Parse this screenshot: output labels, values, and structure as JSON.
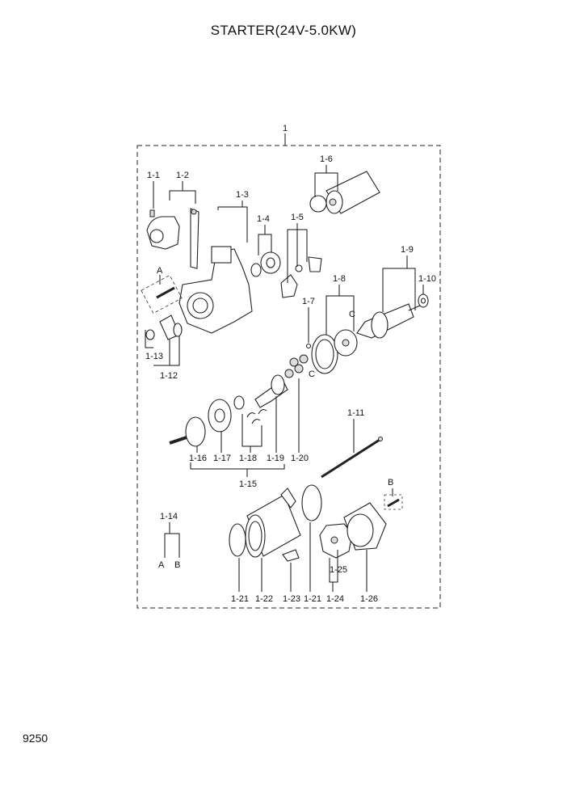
{
  "title": "STARTER(24V-5.0KW)",
  "page_number": "9250",
  "assembly_label": "1",
  "callouts": {
    "p1_1": "1-1",
    "p1_2": "1-2",
    "p1_3": "1-3",
    "p1_4": "1-4",
    "p1_5": "1-5",
    "p1_6": "1-6",
    "p1_7": "1-7",
    "p1_8": "1-8",
    "p1_9": "1-9",
    "p1_10": "1-10",
    "p1_11": "1-11",
    "p1_12": "1-12",
    "p1_13": "1-13",
    "p1_14": "1-14",
    "p1_15": "1-15",
    "p1_16": "1-16",
    "p1_17": "1-17",
    "p1_18": "1-18",
    "p1_19": "1-19",
    "p1_20": "1-20",
    "p1_21a": "1-21",
    "p1_21b": "1-21",
    "p1_22": "1-22",
    "p1_23": "1-23",
    "p1_24": "1-24",
    "p1_25": "1-25",
    "p1_26": "1-26"
  },
  "markers": {
    "a_top": "A",
    "b_top": "B",
    "c_upper": "C",
    "c_lower": "C",
    "legend_a": "A",
    "legend_b": "B"
  }
}
